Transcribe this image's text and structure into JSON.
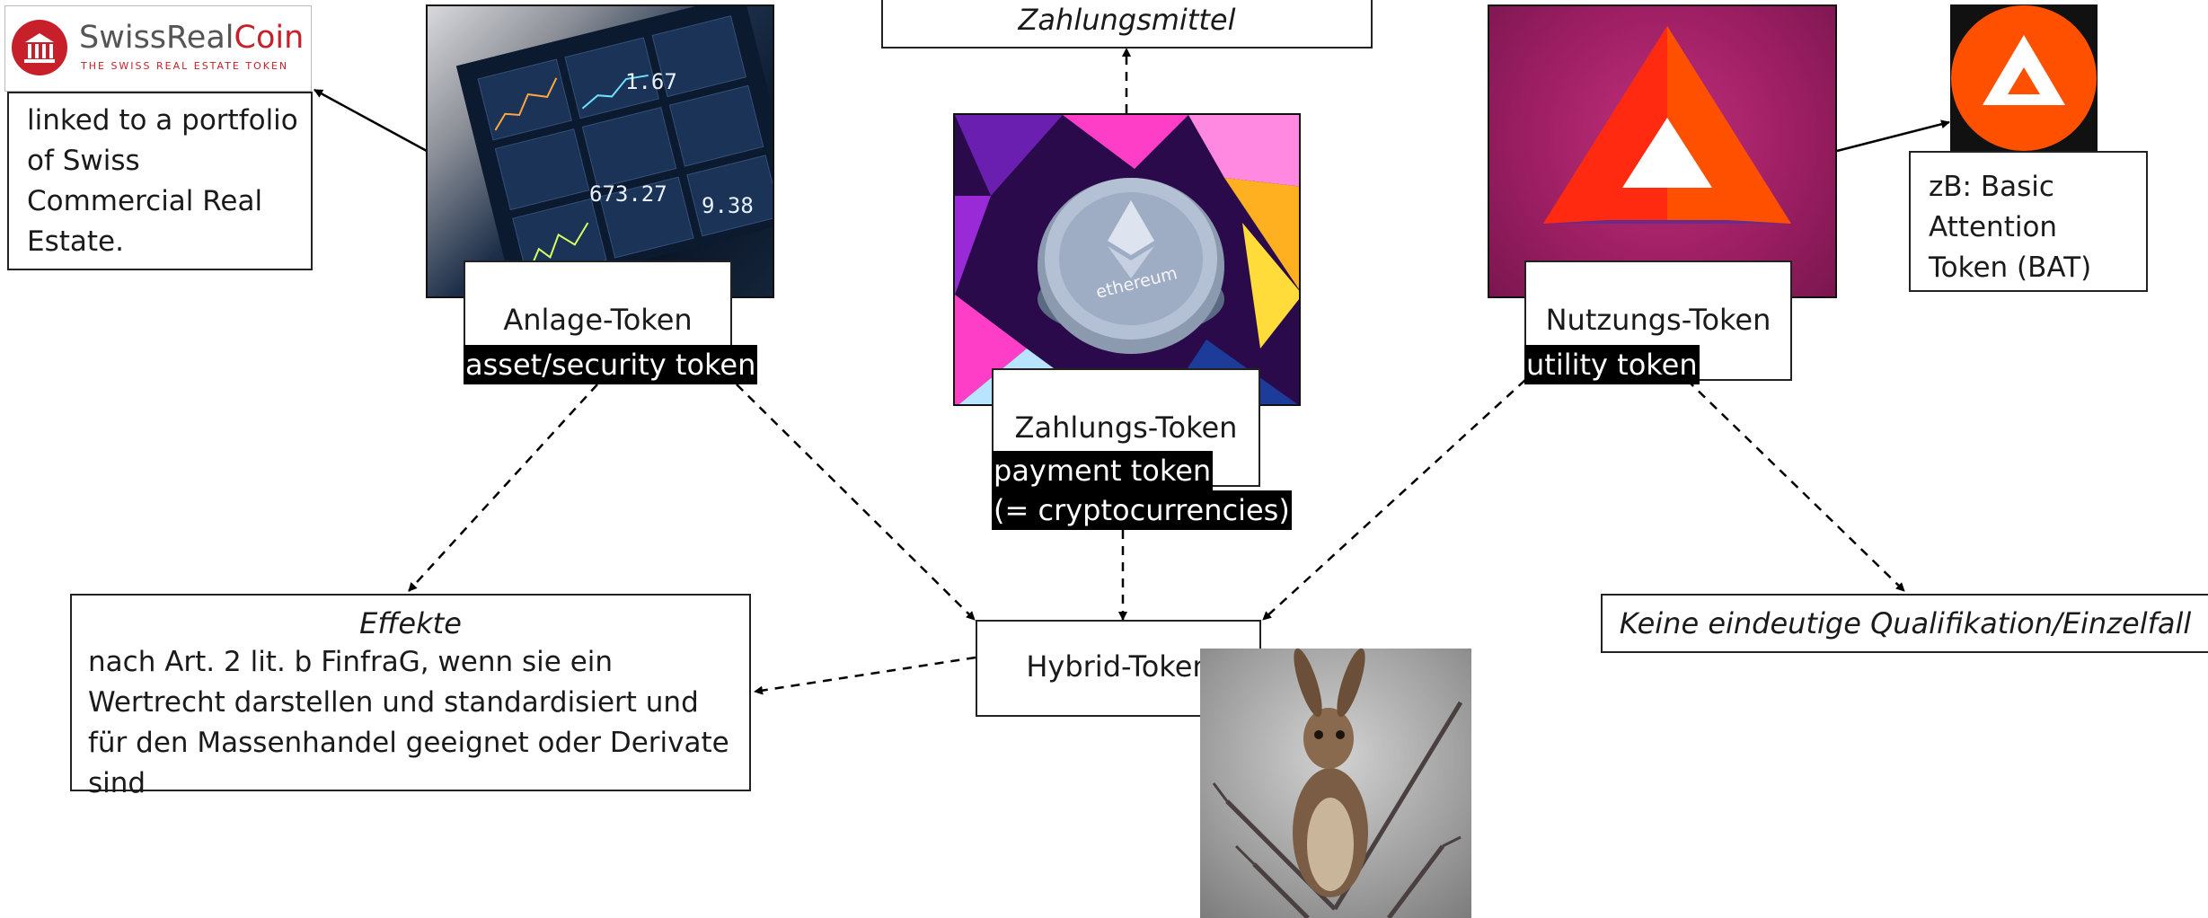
{
  "swiss": {
    "logo_name_a": "SwissReal",
    "logo_name_b": "Coin",
    "logo_tagline": "THE SWISS REAL ESTATE TOKEN",
    "note": "linked to a portfolio of Swiss Commercial Real Estate."
  },
  "asset": {
    "title": "Anlage-Token",
    "subtitle": "asset/security token",
    "screen_values": [
      "1.67",
      "673.27",
      "9.38"
    ]
  },
  "zahlungsmittel": {
    "label": "Zahlungsmittel"
  },
  "payment": {
    "title": "Zahlungs-Token",
    "subtitle_1": "payment token",
    "subtitle_2": "(= cryptocurrencies)",
    "coin_text": "ethereum"
  },
  "utility": {
    "title": "Nutzungs-Token",
    "subtitle": "utility token"
  },
  "bat": {
    "note": "zB: Basic Attention Token (BAT)"
  },
  "effekte": {
    "title": "Effekte",
    "body": "nach Art. 2 lit. b FinfraG, wenn sie ein Wertrecht darstellen und standardisiert und für den Massenhandel geeignet oder Derivate sind"
  },
  "hybrid": {
    "label": "Hybrid-Token"
  },
  "keine": {
    "label": "Keine eindeutige Qualifikation/Einzelfall"
  },
  "colors": {
    "swiss_red": "#c8202a",
    "bat_orange": "#ff5000",
    "bat_purple": "#9e1f63",
    "eth_pink": "#ff3ec8"
  }
}
